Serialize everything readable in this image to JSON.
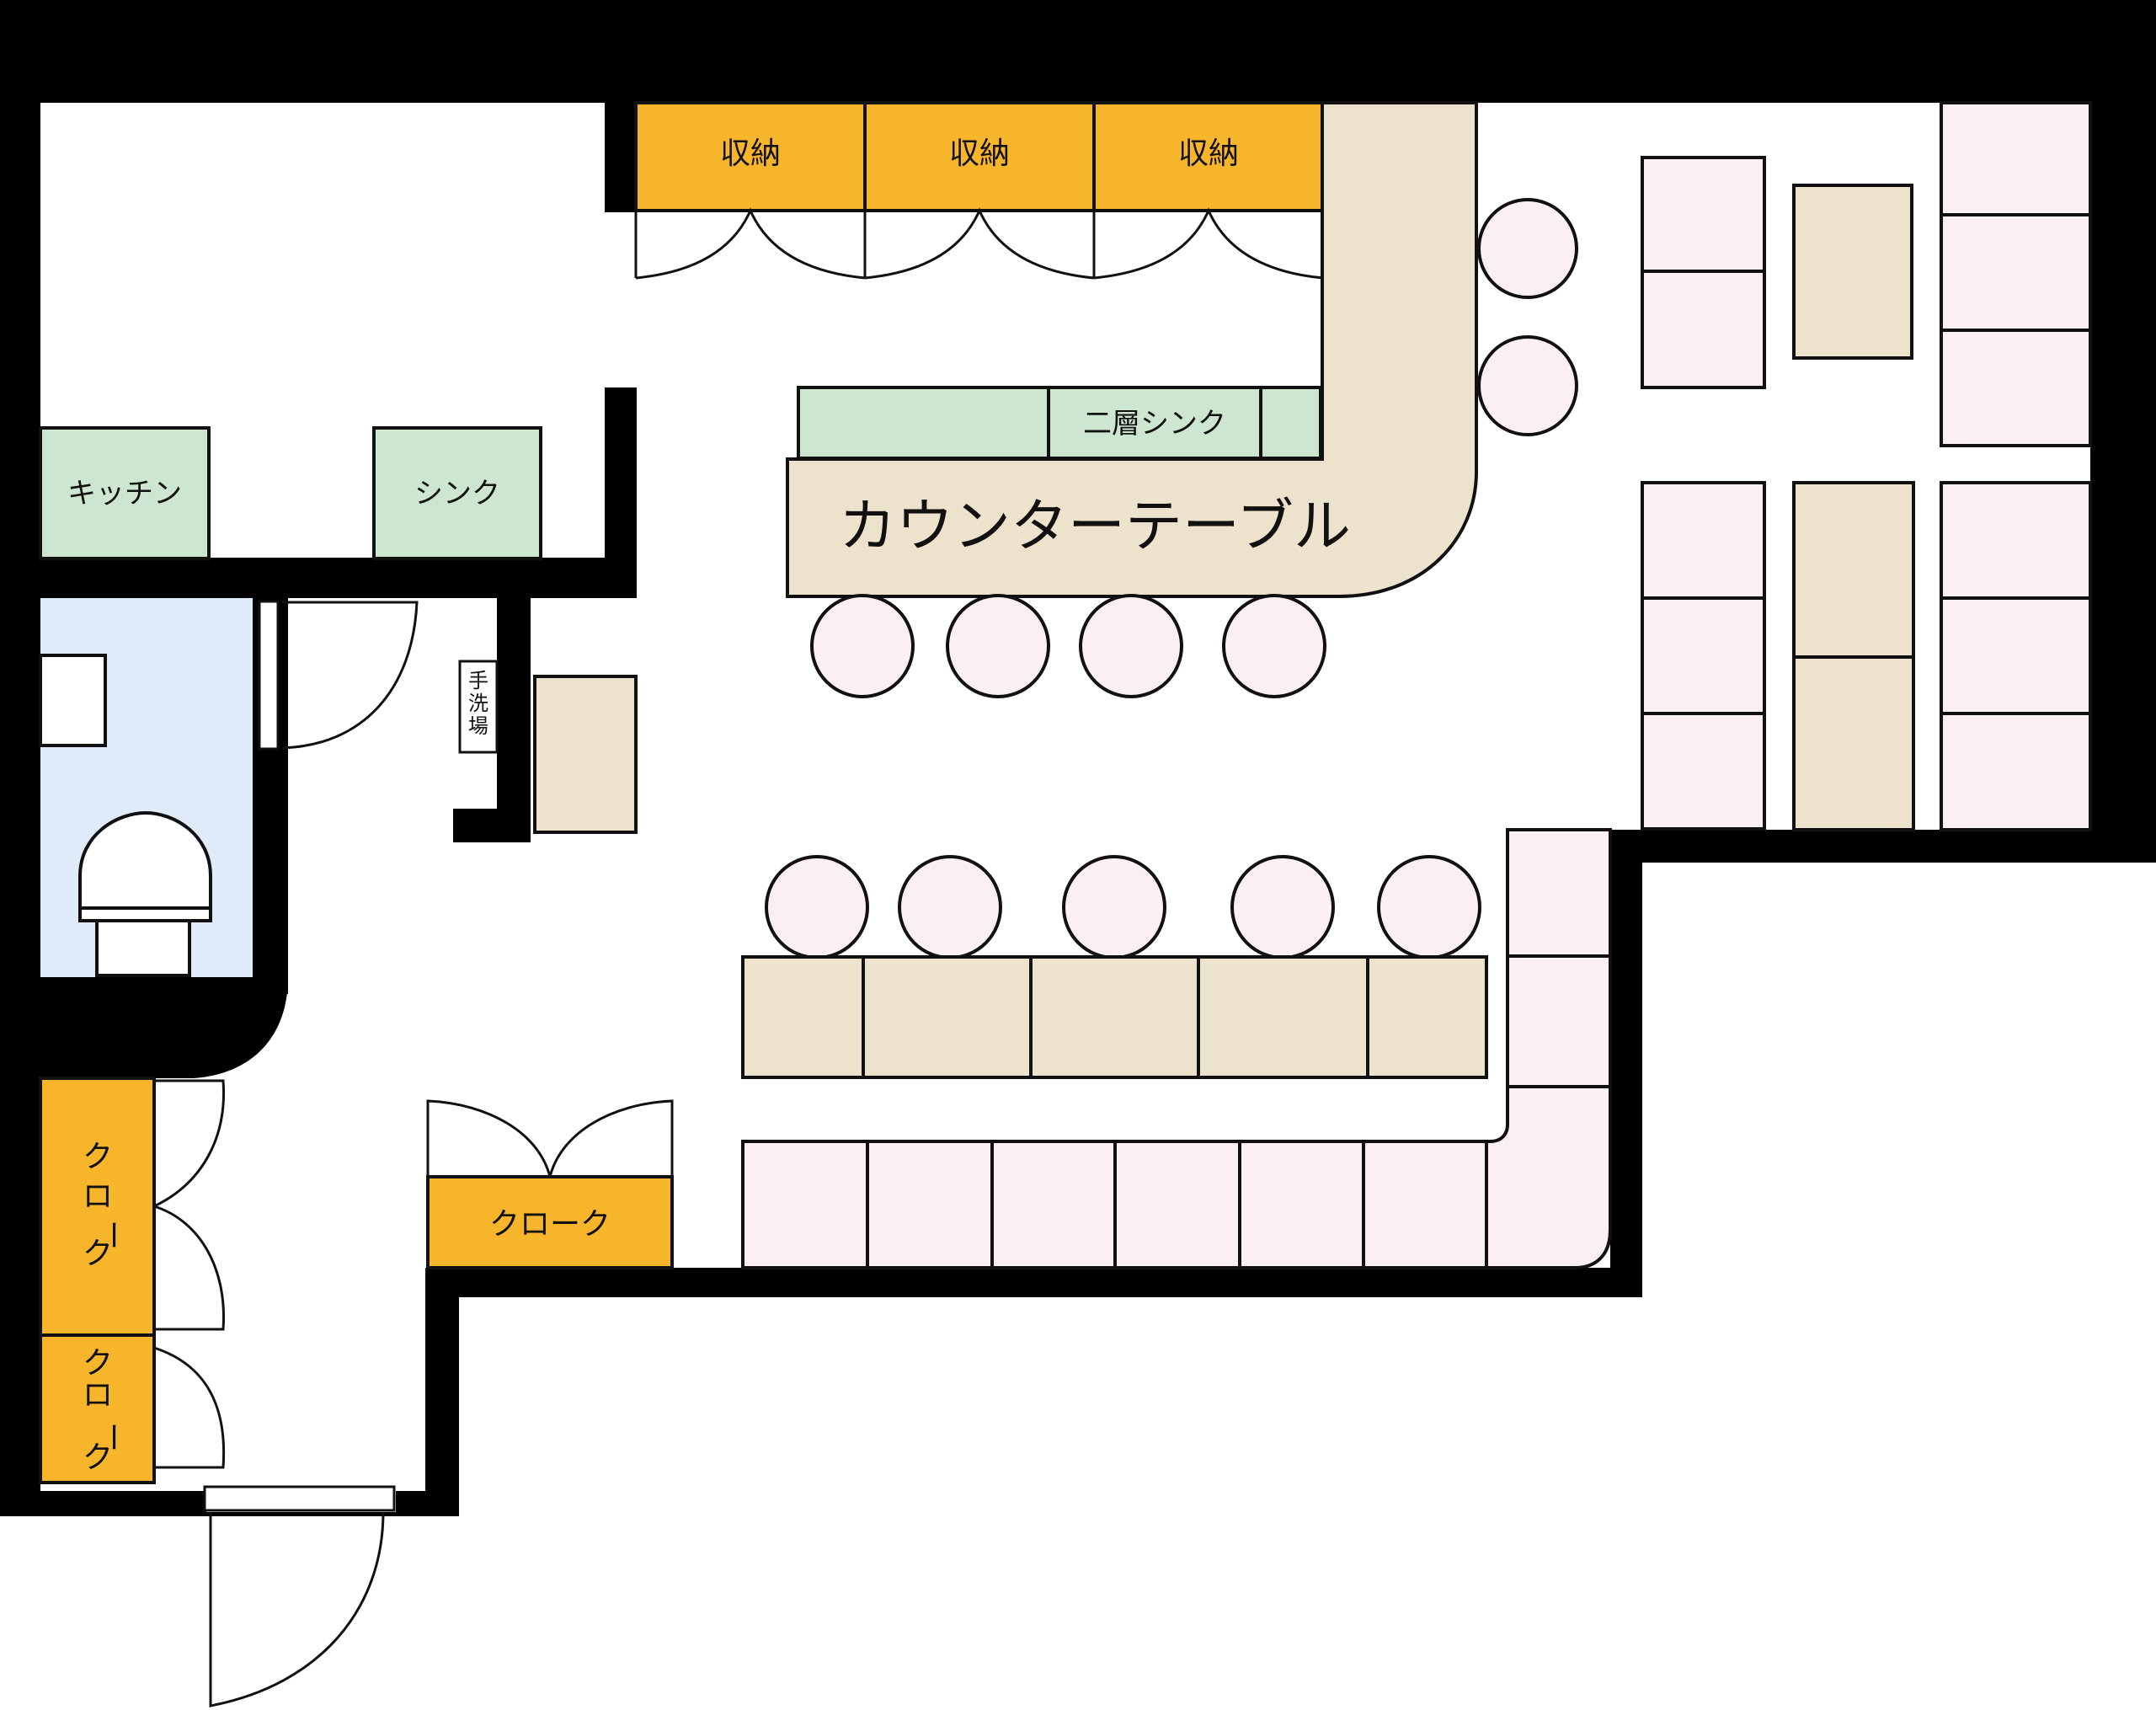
{
  "labels": {
    "storage": "収納",
    "kitchen": "キッチン",
    "sink": "シンク",
    "double_sink": "二層シンク",
    "counter_table": "カウンターテーブル",
    "handwash_1": "手",
    "handwash_2": "洗",
    "handwash_3": "場",
    "cloak": "クローク",
    "cloak_v1": "ク",
    "cloak_v2": "ロ",
    "cloak_v3": "ー",
    "cloak_v4": "ク"
  },
  "colors": {
    "wall": "#000000",
    "storage": "#F7B52C",
    "kitchen_equipment": "#CDE6CF",
    "table": "#EDE3CC",
    "seat": "#FCEFF4",
    "restroom": "#DFEBF8",
    "line": "#111111"
  }
}
